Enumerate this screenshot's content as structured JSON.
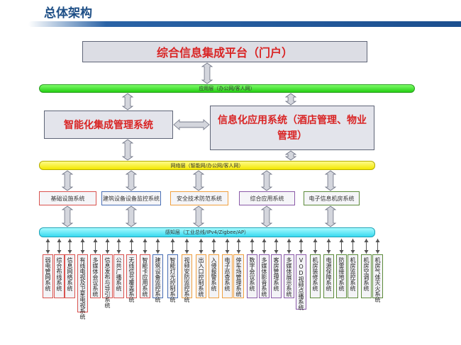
{
  "header": {
    "title": "总体架构"
  },
  "portal": "综合信息集成平台（门户）",
  "app_layer": "应用层（办公网/客人网）",
  "intel_system": "智能化集成管理系统",
  "info_system": "信息化应用系统（酒店管理、物业管理）",
  "net_layer": "网络层（智能网/办公网/客人网）",
  "sense_layer": "感知层（工业总线/IPv4/Zigbee/AP）",
  "mid_systems": [
    "基础设施系统",
    "建筑设备设备监控系统",
    "安全技术防范系统",
    "综合应用系统",
    "电子信息机房系统"
  ],
  "leaf_systems": [
    "弱电管网系统",
    "综合布线系统",
    "信息网络系统",
    "有线电视及卫星电视系统",
    "多媒体会议系统",
    "信息发布与导引系统",
    "公共广播系统",
    "无线信号覆盖系统",
    "智能卡应用系统",
    "建筑设备监控系统",
    "智能灯光控制系统",
    "视频安防监控系统",
    "出入口控制系统",
    "入侵报警系统",
    "电子巡查系统",
    "停车场管理系统",
    "数字会议系统",
    "多媒体影音系统",
    "客房管理系统",
    "多媒体展示系统",
    "VOD视频点播系统",
    "机房装修系统",
    "电源保障系统",
    "防雷接地系统",
    "机房监控系统",
    "机房空调系统",
    "机房气体灭火系统"
  ],
  "colors": {
    "title": "#1e4f86",
    "header_bar": "#2a63a6",
    "red_text": "#d92424",
    "app_layer": "#25cf13",
    "net_layer": "#f3e800",
    "sense_layer": "#38d9ef",
    "group_red": "#d9534f",
    "group_blue": "#4a6fb5",
    "group_orange": "#f0a040",
    "group_purple": "#8b5aa8",
    "group_green": "#5c8a3a"
  }
}
